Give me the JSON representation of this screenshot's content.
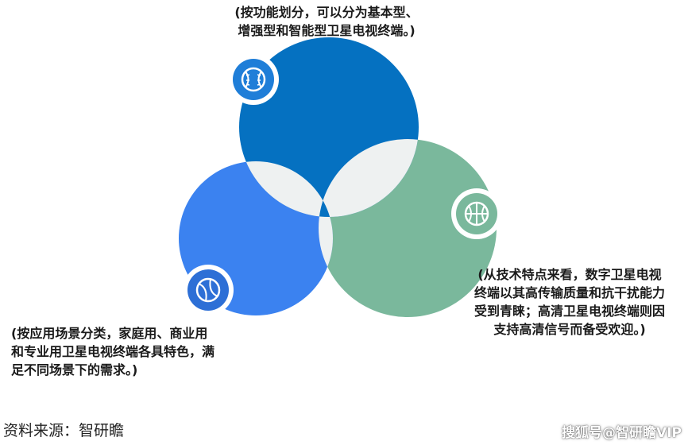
{
  "annotations": {
    "function": {
      "line1": "(按功能划分，可以分为基本型、",
      "line2": "增强型和智能型卫星电视终端。)"
    },
    "technology": {
      "line1": "(从技术特点来看，数字卫星电视",
      "line2": "终端以其高传输质量和抗干扰能力",
      "line3": "受到青睐；高清卫星电视终端则因",
      "line4": "支持高清信号而备受欢迎。)"
    },
    "scenario": {
      "line1": "(按应用场景分类，家庭用、商业用",
      "line2": "和专业用卫星电视终端各具特色，满",
      "line3": "足不同场景下的需求。)"
    }
  },
  "circles": {
    "top": {
      "color": "#0571c1",
      "icon": "baseball-icon"
    },
    "left": {
      "color": "#3b82f0",
      "icon": "tennis-ball-icon"
    },
    "right": {
      "color": "#7ab89c",
      "icon": "basketball-icon"
    },
    "overlap_color": "#eef1f1"
  },
  "footer": {
    "source": "资料来源：智研瞻",
    "watermark": "搜狐号@智研瞻VIP"
  }
}
